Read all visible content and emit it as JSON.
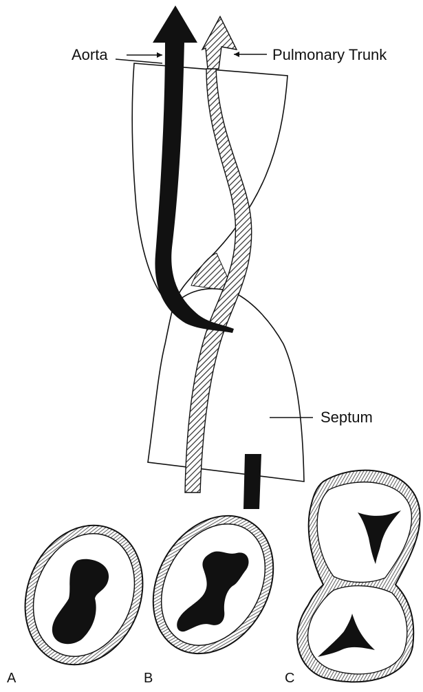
{
  "labels": {
    "aorta": "Aorta",
    "pulmonary_trunk": "Pulmonary Trunk",
    "septum": "Septum"
  },
  "panels": {
    "a": "A",
    "b": "B",
    "c": "C"
  },
  "colors": {
    "ink": "#111111",
    "paper": "#ffffff",
    "hatch": "#2a2a2a"
  },
  "icons": {
    "aorta": "solid-black-arrow",
    "pulmonary_trunk": "hatched-arrow"
  }
}
